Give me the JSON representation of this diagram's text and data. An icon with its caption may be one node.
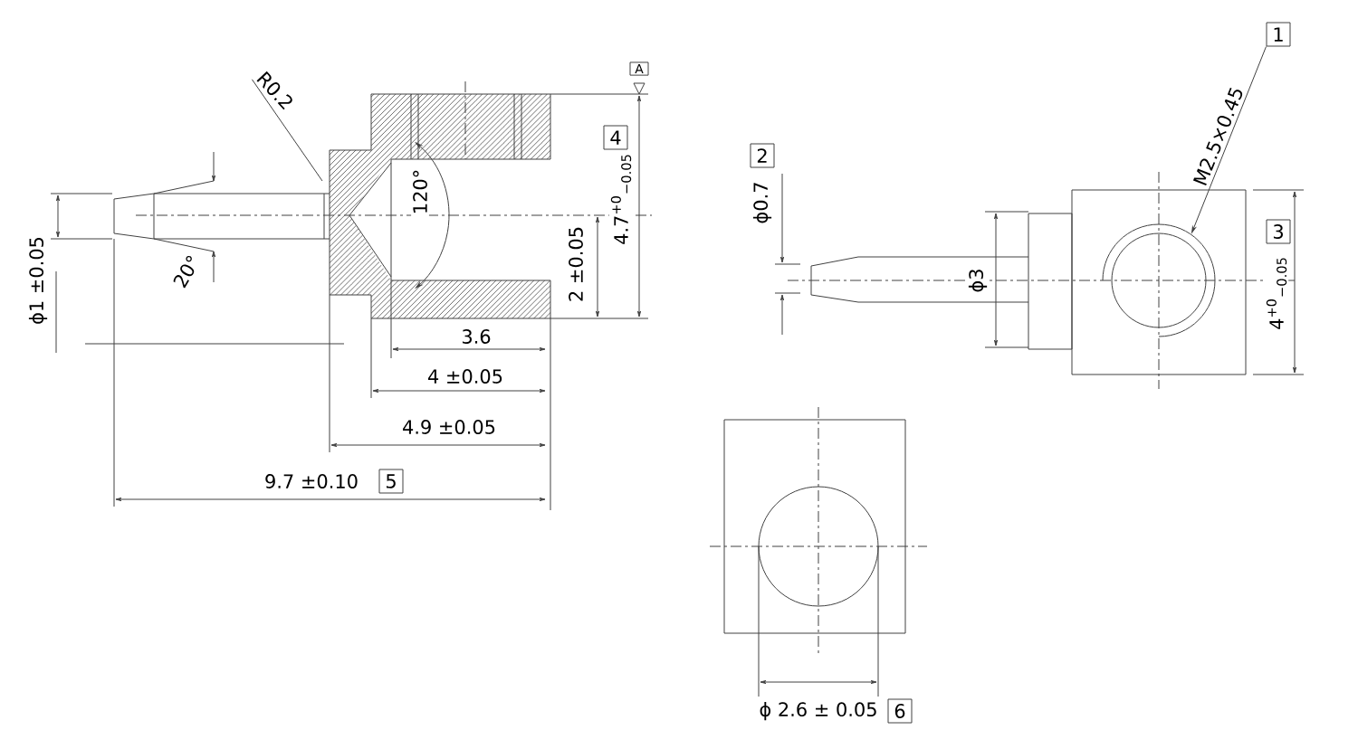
{
  "diagram": {
    "nodes": [
      {
        "text": [
          "R0.2"
        ]
      },
      {
        "text": [
          "1"
        ]
      },
      {
        "text": [],
        "shape": "circle"
      },
      {
        "text": [
          "4"
        ],
        "beside": [
          "4.7$^{+0}$$_{−0.05}$"
        ]
      },
      {
        "text": [
          "5"
        ],
        "beside": [
          "9.7 ±0.10"
        ]
      },
      {
        "text": [
          "2"
        ],
        "beside": [
          "ϕ0.7"
        ]
      },
      {
        "text": [
          "3"
        ],
        "beside": [
          "4$^{+0}$$_{−0.05}$"
        ]
      },
      {
        "text": [
          "6"
        ],
        "beside": [
          "ϕ 2.6 ± 0.05"
        ]
      },
      {
        "text": [
          "A"
        ]
      }
    ],
    "edges": [
      {
        "from": 0,
        "to": null,
        "arrow": "none"
      },
      {
        "from": 1,
        "to": 2,
        "arrow": "to",
        "label": "M2.5×0.45"
      }
    ],
    "labels": [
      "120°",
      "20°",
      "ϕ1 ±0.05",
      "2 ±0.05",
      "3.6",
      "4 ±0.05",
      "4.9 ±0.05",
      "ϕ3"
    ]
  }
}
